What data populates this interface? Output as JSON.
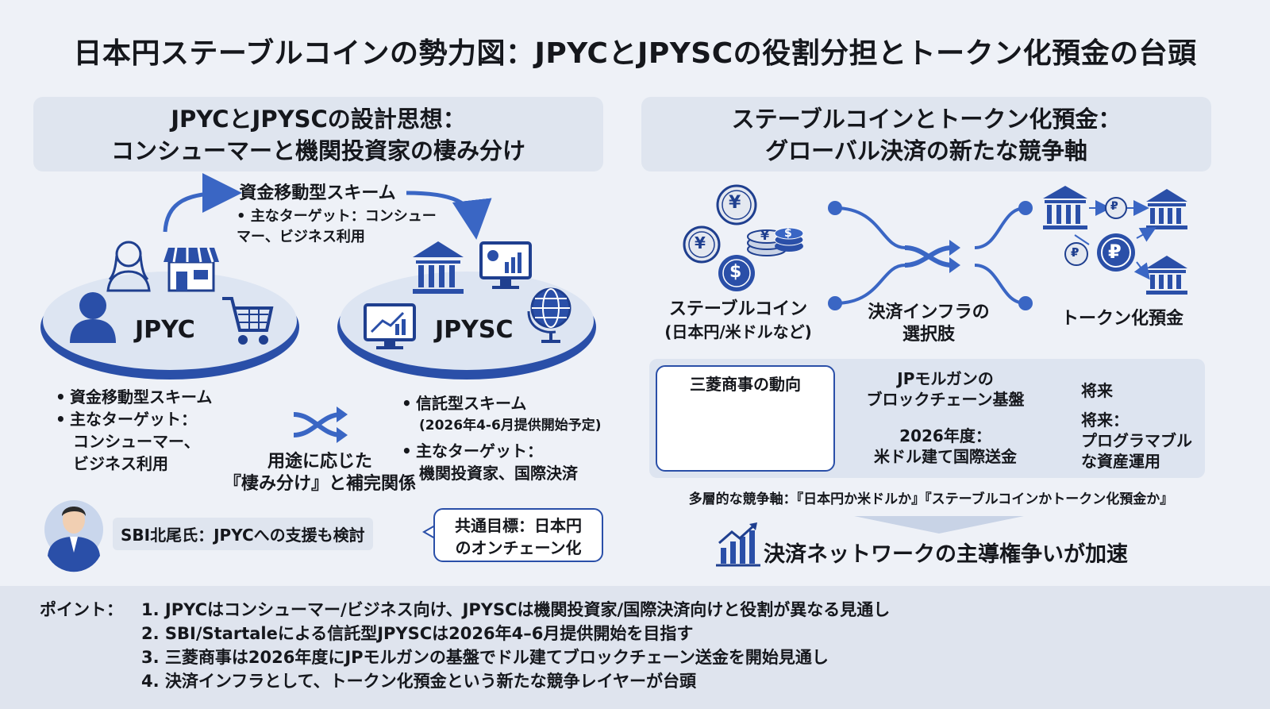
{
  "title": "日本円ステーブルコインの勢力図：JPYCとJPYSCの役割分担とトークン化預金の台頭",
  "left_panel": {
    "header_line1": "JPYCとJPYSCの設計思想：",
    "header_line2": "コンシューマーと機関投資家の棲み分け",
    "top_arrow_title": "資金移動型スキーム",
    "top_arrow_line1": "• 主なターゲット：コンシュー",
    "top_arrow_line2": "マー、ビジネス利用",
    "jpyc_label": "JPYC",
    "jpysc_label": "JPYSC",
    "jpyc_bullets": {
      "b1": "資金移動型スキーム",
      "b2": "主なターゲット：",
      "b2_l2": "コンシューマー、",
      "b2_l3": "ビジネス利用"
    },
    "middle_line1": "用途に応じた",
    "middle_line2": "『棲み分け』と補完関係",
    "jpysc_bullets": {
      "b1": "信託型スキーム",
      "b1_sub": "(2026年4-6月提供開始予定)",
      "b2": "主なターゲット：",
      "b2_l2": "機関投資家、国際決済"
    },
    "sbi_text": "SBI北尾氏：JPYCへの支援も検討",
    "common_goal_line1": "共通目標：日本円",
    "common_goal_line2": "のオンチェーン化"
  },
  "right_panel": {
    "header_line1": "ステーブルコインとトークン化預金：",
    "header_line2": "グローバル決済の新たな競争軸",
    "stablecoin_line1": "ステーブルコイン",
    "stablecoin_line2": "(日本円/米ドルなど)",
    "infra_line1": "決済インフラの",
    "infra_line2": "選択肢",
    "token_deposit": "トークン化預金",
    "mitsubishi_title": "三菱商事の動向",
    "jpm_line1": "JPモルガンの",
    "jpm_line2": "ブロックチェーン基盤",
    "fy_line1": "2026年度：",
    "fy_line2": "米ドル建て国際送金",
    "future1": "将来",
    "future2_line1": "将来：",
    "future2_line2": "プログラマブル",
    "future2_line3": "な資産運用",
    "multilayer": "多層的な競争軸：『日本円か米ドルか』『ステーブルコインかトークン化預金か』",
    "conclusion": "決済ネットワークの主導権争いが加速",
    "coin_yen": "¥",
    "coin_dollar": "$",
    "coin_ruble": "₽"
  },
  "footer": {
    "label": "ポイント：",
    "points": [
      "1.  JPYCはコンシューマー/ビジネス向け、JPYSCは機関投資家/国際決済向けと役割が異なる見通し",
      "2.  SBI/Startaleによる信託型JPYSCは2026年4–6月提供開始を目指す",
      "3.  三菱商事は2026年度にJPモルガンの基盤でドル建てブロックチェーン送金を開始見通し",
      "4.  決済インフラとして、トークン化預金という新たな競争レイヤーが台頭"
    ]
  },
  "colors": {
    "accent": "#2a4fa8",
    "accent_light": "#4a78d6",
    "panel_bg": "#dfe5ef",
    "page_bg": "#eef1f7"
  }
}
